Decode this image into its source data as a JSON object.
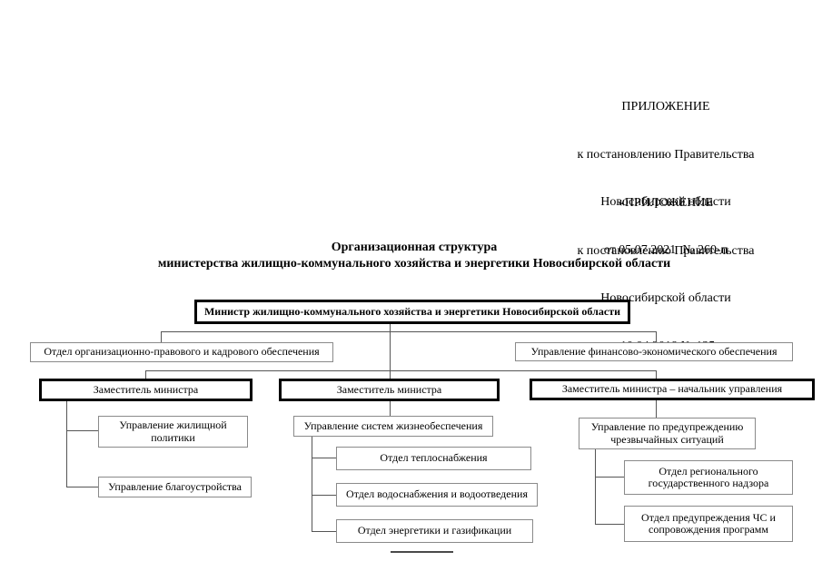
{
  "colors": {
    "border_thick": "#000000",
    "border_thin": "#8a8a8a",
    "connector": "#555555",
    "text": "#000000",
    "background": "#ffffff"
  },
  "header_blocks": [
    {
      "lines": [
        "ПРИЛОЖЕНИЕ",
        "к постановлению Правительства",
        "Новосибирской области",
        "от 05.07.2021  № 260-п"
      ]
    },
    {
      "lines": [
        "«ПРИЛОЖЕНИЕ",
        "к постановлению Правительства",
        "Новосибирской области",
        "от 10.04.2018 № 125-п"
      ]
    }
  ],
  "title": {
    "line1": "Организационная структура",
    "line2": "министерства жилищно-коммунального хозяйства и энергетики Новосибирской области"
  },
  "boxes": {
    "minister": "Министр жилищно-коммунального хозяйства и энергетики Новосибирской области",
    "dept_org": "Отдел организационно-правового и кадрового обеспечения",
    "dept_fin": "Управление финансово-экономического обеспечения",
    "deputy1": "Заместитель министра",
    "deputy2": "Заместитель министра",
    "deputy3": "Заместитель министра – начальник управления",
    "upr_housing": "Управление жилищной политики",
    "upr_blag": "Управление благоустройства",
    "upr_life": "Управление систем жизнеобеспечения",
    "otd_teplo": "Отдел теплоснабжения",
    "otd_vodo": "Отдел водоснабжения и водоотведения",
    "otd_energo": "Отдел энергетики и газификации",
    "upr_chs": "Управление по предупреждению чрезвычайных ситуаций",
    "otd_nadzor": "Отдел регионального государственного надзора",
    "otd_chs": "Отдел предупреждения ЧС и сопровождения программ"
  }
}
